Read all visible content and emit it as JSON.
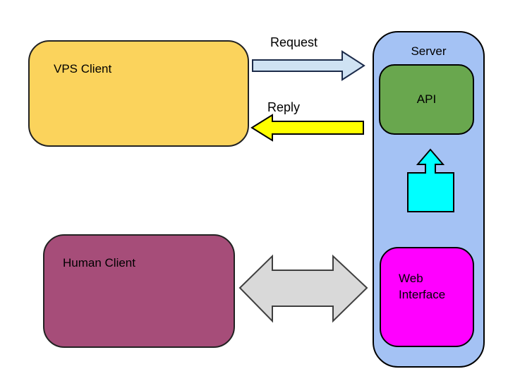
{
  "background": "#FFFFFF",
  "nodes": {
    "vps_client": {
      "label": "VPS Client",
      "fill": "#FBD35C",
      "border": "#222222"
    },
    "human_client": {
      "label": "Human Client",
      "fill": "#A64D79",
      "border": "#222222"
    },
    "server": {
      "label": "Server",
      "fill": "#A4C2F4",
      "border": "#000000"
    },
    "api": {
      "label": "API",
      "fill": "#69A74E",
      "border": "#000000"
    },
    "web_interface": {
      "label": "Web Interface",
      "fill": "#FF00FF",
      "border": "#000000"
    }
  },
  "arrows": {
    "request": {
      "label": "Request",
      "from": "VPS Client",
      "to": "Server",
      "direction": "right",
      "fill": "#CFE2F3",
      "stroke": "#1C2B4A"
    },
    "reply": {
      "label": "Reply",
      "from": "Server",
      "to": "VPS Client",
      "direction": "left",
      "fill": "#FFFF00",
      "stroke": "#000000"
    },
    "human_web": {
      "from": "Human Client",
      "to": "Web Interface",
      "direction": "bidirectional",
      "fill": "#D9D9D9",
      "stroke": "#3F3F3F"
    },
    "web_api": {
      "from": "Web Interface",
      "to": "API",
      "direction": "up",
      "fill": "#00FFFF",
      "stroke": "#000000"
    }
  }
}
